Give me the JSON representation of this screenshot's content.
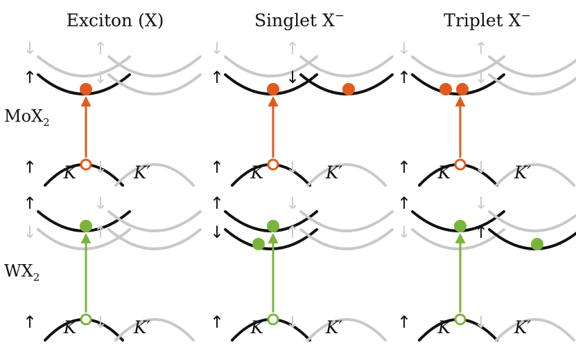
{
  "column_titles": [
    {
      "text": "Exciton (X)"
    },
    {
      "text": "Singlet X",
      "sup": "−"
    },
    {
      "text": "Triplet X",
      "sup": "−"
    }
  ],
  "row_labels": [
    {
      "base": "MoX",
      "sub": "2"
    },
    {
      "base": "WX",
      "sub": "2"
    }
  ],
  "valley_labels": {
    "K": "K",
    "Kp": "K′"
  },
  "spin_symbols": {
    "up": "↑",
    "down": "↓"
  },
  "colors": {
    "band": "#111111",
    "band_inactive": "#c8c8c8",
    "spin_inactive": "#cccccc",
    "moX2_accent": "#e05a1e",
    "wX2_accent": "#7ab53a"
  },
  "panels": [
    {
      "row": "MoX2",
      "column": "Exciton (X)",
      "K_spin_upper": "down",
      "K_spin_lower": "up",
      "K_active_band": "lower",
      "Kp_spin_upper": "up",
      "Kp_spin_lower": "down",
      "Kp_active_band": "none",
      "electrons_K": 1,
      "electrons_Kp": 0
    },
    {
      "row": "MoX2",
      "column": "Singlet X−",
      "K_spin_upper": "down",
      "K_spin_lower": "up",
      "K_active_band": "lower",
      "Kp_spin_upper": "up",
      "Kp_spin_lower": "down",
      "Kp_active_band": "lower",
      "electrons_K": 1,
      "electrons_Kp": 1
    },
    {
      "row": "MoX2",
      "column": "Triplet X−",
      "K_spin_upper": "down",
      "K_spin_lower": "up",
      "K_active_band": "lower",
      "Kp_spin_upper": "up",
      "Kp_spin_lower": "down",
      "Kp_active_band": "none",
      "electrons_K": 2,
      "electrons_Kp": 0
    },
    {
      "row": "WX2",
      "column": "Exciton (X)",
      "K_spin_upper": "up",
      "K_spin_lower": "down",
      "K_active_band": "upper",
      "Kp_spin_upper": "down",
      "Kp_spin_lower": "up",
      "Kp_active_band": "none",
      "electrons_K": 1,
      "electrons_Kp": 0
    },
    {
      "row": "WX2",
      "column": "Singlet X−",
      "K_spin_upper": "up",
      "K_spin_lower": "down",
      "K_active_band": "both",
      "Kp_spin_upper": "down",
      "Kp_spin_lower": "up",
      "Kp_active_band": "none",
      "electrons_K": 2,
      "electrons_Kp": 0
    },
    {
      "row": "WX2",
      "column": "Triplet X−",
      "K_spin_upper": "up",
      "K_spin_lower": "down",
      "K_active_band": "upper",
      "Kp_spin_upper": "down",
      "Kp_spin_lower": "up",
      "Kp_active_band": "lower",
      "electrons_K": 1,
      "electrons_Kp": 1
    }
  ]
}
